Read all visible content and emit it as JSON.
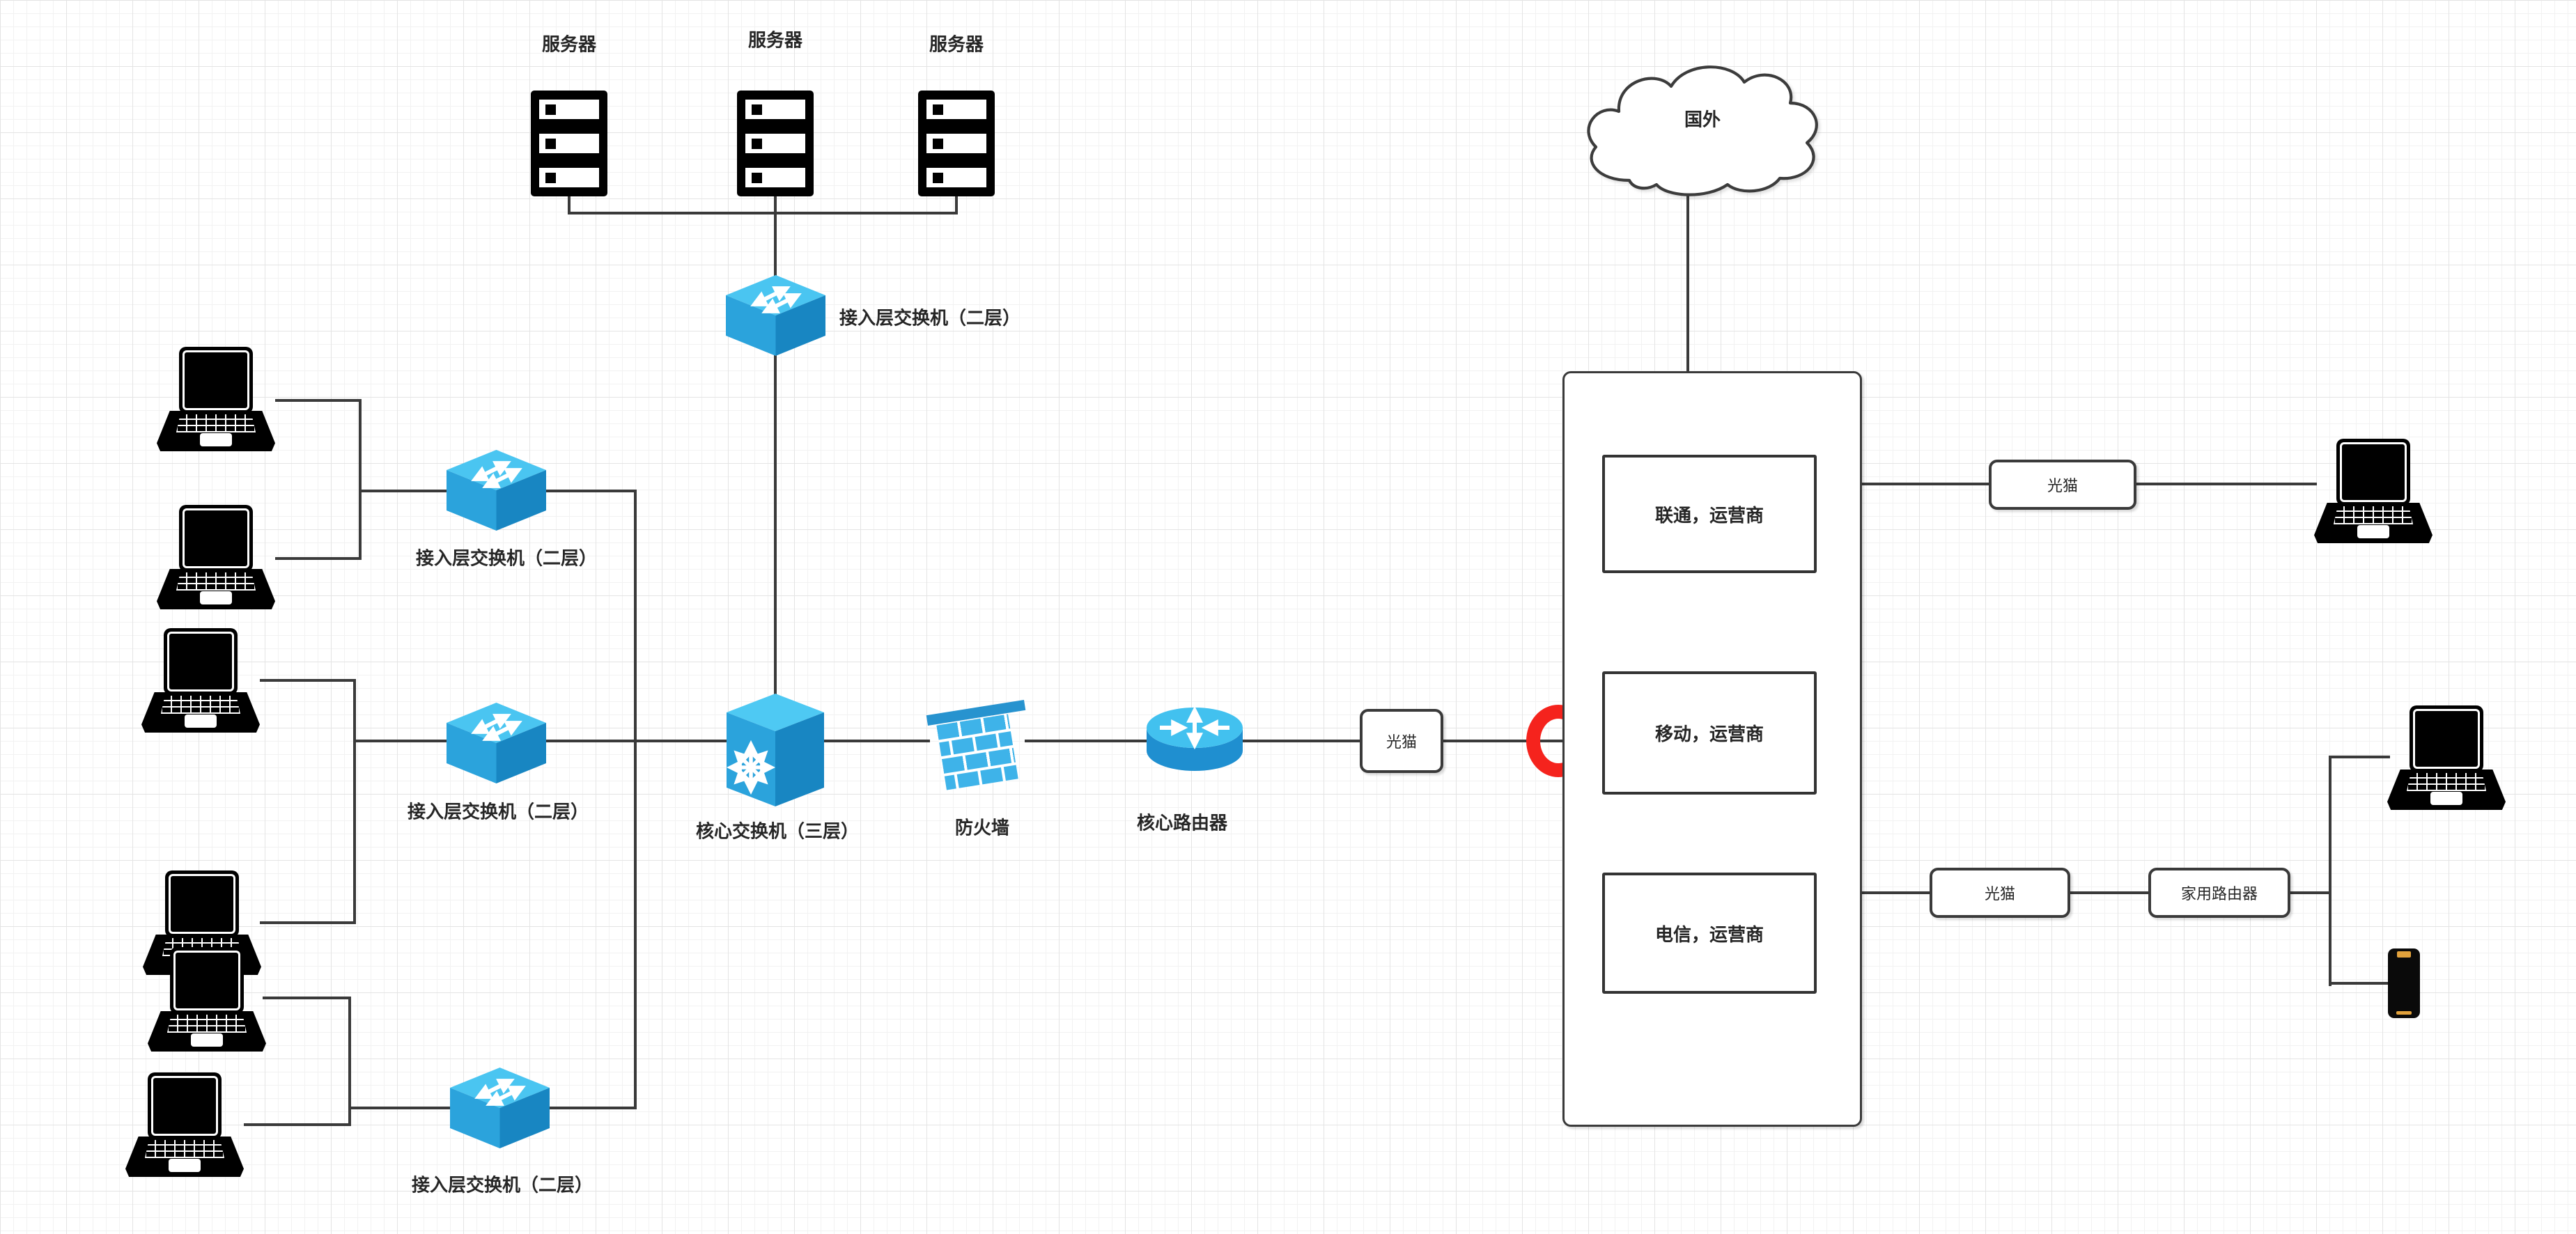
{
  "diagram": {
    "type": "network-topology",
    "labels": {
      "server": "服务器",
      "access_switch": "接入层交换机（二层）",
      "core_switch": "核心交换机（三层）",
      "firewall": "防火墙",
      "core_router": "核心路由器",
      "optical_modem": "光猫",
      "home_router": "家用路由器",
      "overseas_cloud": "国外",
      "isp_unicom": "联通，运营商",
      "isp_mobile": "移动，运营商",
      "isp_telecom": "电信，运营商"
    },
    "colors": {
      "connector": "#3a3a3a",
      "device_blue_top": "#4ac5f1",
      "device_blue_front": "#2ba3dc",
      "device_blue_side": "#1886c2",
      "firewall_brick": "#3eb3e9",
      "marker_red": "#f5231d",
      "phone_accent": "#e2a23c",
      "grid_minor": "#f2f2f2",
      "grid_major": "#e4e4e4",
      "background": "#ffffff"
    },
    "icons": {
      "server": "server-rack-icon",
      "laptop": "laptop-icon",
      "access_switch": "l2-switch-icon",
      "core_switch": "l3-switch-icon",
      "firewall": "firewall-icon",
      "router": "core-router-icon",
      "phone": "smartphone-icon",
      "cloud": "cloud-shape",
      "marker": "red-circle-marker"
    }
  }
}
